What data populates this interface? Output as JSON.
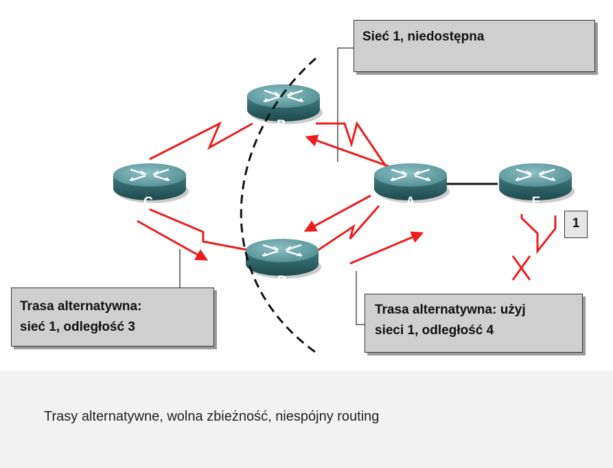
{
  "routers": {
    "A": {
      "label": "A"
    },
    "B": {
      "label": "B"
    },
    "C": {
      "label": "C"
    },
    "D": {
      "label": "D"
    },
    "E": {
      "label": "E"
    }
  },
  "callouts": {
    "unreachable": "Sieć 1, niedostępna",
    "alt_c_line1": "Trasa alternatywna:",
    "alt_c_line2": "sieć 1, odległość 3",
    "alt_a_line1": "Trasa alternatywna: użyj",
    "alt_a_line2": "sieci 1, odległość 4",
    "network_id": "1"
  },
  "caption": "Trasy alternatywne, wolna zbieżność, niespójny routing",
  "colors": {
    "link": "#ee1c1c",
    "router_top": "#5f9aa0",
    "router_side": "#2f6366",
    "callout_bg": "#cfcfcf"
  }
}
